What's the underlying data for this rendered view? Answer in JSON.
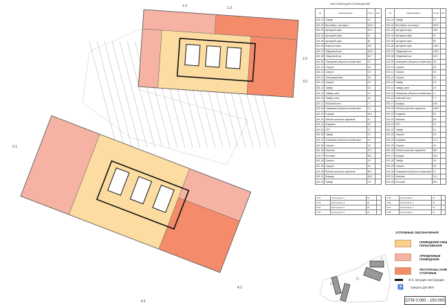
{
  "table": {
    "title": "ЭКСПЛИКАЦИЯ ПОМЕЩЕНИЙ",
    "headers": [
      "№",
      "Наименование",
      "Площ.",
      "Кат."
    ],
    "left_rows": [
      [
        "А01-01",
        "Тамбур",
        "5.2",
        ""
      ],
      [
        "А01-02",
        "Вестибюль, лестница 1",
        "133.4",
        ""
      ],
      [
        "А01-03",
        "Арендный офис",
        "43.3",
        ""
      ],
      [
        "А01-04",
        "Арендный офис",
        "51",
        ""
      ],
      [
        "А01-05",
        "Арендный офис",
        "55",
        ""
      ],
      [
        "А01-06",
        "Кафе-ресторан",
        "105",
        ""
      ],
      [
        "А01-07",
        "Обеденный зал",
        "106.1",
        ""
      ],
      [
        "А01-08",
        "Обеденный зал",
        "54.7",
        ""
      ],
      [
        "А01-09",
        "Помещение уборочного инвентаря",
        "3.2",
        ""
      ],
      [
        "А01-10",
        "Санузел",
        "3.5",
        ""
      ],
      [
        "А01-11",
        "Санузел",
        "3.5",
        ""
      ],
      [
        "А01-12",
        "Электрощитовая",
        "3.6",
        ""
      ],
      [
        "А01-13",
        "Санузел",
        "3.5",
        ""
      ],
      [
        "А01-14",
        "Тамбур",
        "3.3",
        ""
      ],
      [
        "А01-15",
        "Тамбур-шлюз",
        "4.2",
        ""
      ],
      [
        "А01-16",
        "Тамбур-шлюз",
        "4.6",
        ""
      ],
      [
        "А01-17",
        "Лифтовой холл",
        "7.7",
        ""
      ],
      [
        "А01-18",
        "Помещение уборочного инвентаря",
        "2.1",
        ""
      ],
      [
        "А01-19",
        "Коридор",
        "16.5",
        ""
      ],
      [
        "А01-20",
        "Рабочее кухонное отделение",
        "8.1",
        ""
      ],
      [
        "А01-21",
        "Кладовая",
        "6.9",
        ""
      ],
      [
        "А01-22",
        "ИТП",
        "3.7",
        ""
      ],
      [
        "А01-23",
        "Тамбур",
        "3.1",
        ""
      ],
      [
        "А01-24",
        "Помещение уборочного инвентаря",
        "3.1",
        ""
      ],
      [
        "А01-25",
        "Санузел",
        "2.6",
        ""
      ],
      [
        "А01-26",
        "Моечная",
        "10.1",
        ""
      ],
      [
        "А01-27",
        "Ресторан",
        "38.2",
        ""
      ],
      [
        "А01-28",
        "Санузел",
        "3.5",
        ""
      ],
      [
        "А01-29",
        "Санузел",
        "3.5",
        ""
      ],
      [
        "А01-30",
        "Рабочее кухонное отделение",
        "38.2",
        ""
      ],
      [
        "А01-31",
        "Коридор",
        "18.8",
        ""
      ],
      [
        "А01-32",
        "Тамбур",
        "3.9",
        ""
      ]
    ],
    "right_rows": [
      [
        "Б01-01",
        "Тамбур",
        "5.2",
        ""
      ],
      [
        "Б01-02",
        "Вестибюль, лестница 2",
        "282.8",
        ""
      ],
      [
        "Б01-03",
        "Арендный офис",
        "39.8",
        ""
      ],
      [
        "Б01-04",
        "Арендный офис",
        "52",
        ""
      ],
      [
        "Б01-05",
        "Арендный офис",
        "55",
        ""
      ],
      [
        "Б01-06",
        "Арендный офис",
        "128.5",
        ""
      ],
      [
        "Б01-07",
        "Обеденный зал",
        "128.5",
        ""
      ],
      [
        "Б01-08",
        "Обеденный зал",
        "92.9",
        ""
      ],
      [
        "Б01-09",
        "Помещение уборочного инвентаря",
        "3.8",
        ""
      ],
      [
        "Б01-10",
        "Санузел",
        "3.5",
        ""
      ],
      [
        "Б01-11",
        "Санузел",
        "3.5",
        ""
      ],
      [
        "Б01-12",
        "Санузел",
        "3.5",
        ""
      ],
      [
        "Б01-13",
        "Тамбур",
        "3.3",
        ""
      ],
      [
        "Б01-14",
        "Тамбур-шлюз",
        "4.2",
        ""
      ],
      [
        "Б01-15",
        "Помещение уборочного инвентаря",
        "1.7",
        ""
      ],
      [
        "Б01-16",
        "Лифтовой холл",
        "7.7",
        ""
      ],
      [
        "Б01-17",
        "Коридор",
        "16.5",
        ""
      ],
      [
        "Б01-18",
        "Рабочее кухонное отделение",
        "138.9",
        ""
      ],
      [
        "Б01-19",
        "Кладовая",
        "8.1",
        ""
      ],
      [
        "Б01-20",
        "Моечная",
        "6.9",
        ""
      ],
      [
        "Б01-21",
        "ИТП",
        "3.7",
        ""
      ],
      [
        "Б01-22",
        "Тамбур",
        "3.1",
        ""
      ],
      [
        "Б01-23",
        "Санузел",
        "2.6",
        ""
      ],
      [
        "Б01-24",
        "Кладовая",
        "10.1",
        ""
      ],
      [
        "Б01-25",
        "Санузел",
        "3.5",
        ""
      ],
      [
        "Б01-26",
        "Рабочее кухонное отделение",
        "38.2",
        ""
      ],
      [
        "Б01-27",
        "Коридор",
        "18.8",
        ""
      ],
      [
        "Б01-28",
        "Тамбур",
        "3.9",
        ""
      ],
      [
        "Б01-29",
        "Санузел",
        "3.5",
        ""
      ],
      [
        "Б01-30",
        "Помещение уборочного инвентаря",
        "3.1",
        ""
      ],
      [
        "Б01-31",
        "Моечная",
        "10.1",
        ""
      ],
      [
        "Б01-32",
        "Ресторан",
        "38.2",
        ""
      ]
    ],
    "left_footer": [
      [
        "Л-01",
        "Лестница Н-1",
        "16",
        ""
      ],
      [
        "Л-02",
        "Лестница Н-1",
        "16",
        ""
      ],
      [
        "Л-03",
        "Лестница Н-1",
        "16",
        ""
      ],
      [
        "Л-04",
        "Лестница Н-1",
        "16",
        ""
      ]
    ],
    "right_footer": [
      [
        "Л-05",
        "Лестница Н-1",
        "16",
        ""
      ],
      [
        "Л-06",
        "Лестница Н-1",
        "16",
        ""
      ],
      [
        "Л-07",
        "Лестница Н-1",
        "16",
        ""
      ],
      [
        "Л-08",
        "Лестница Н-1",
        "16",
        ""
      ]
    ]
  },
  "legend": {
    "title": "УСЛОВНЫЕ ОБОЗНАЧЕНИЯ",
    "items": [
      {
        "label": "ПОМЕЩЕНИЯ ОБЩЕГО ПОЛЬЗОВАНИЯ",
        "color": "#fcd08a"
      },
      {
        "label": "АРЕНДУЕМЫЕ ПОМЕЩЕНИЯ",
        "color": "#f6b3a4"
      },
      {
        "label": "РЕСТОРАНЫ, КАФЕ, СТОЛОВЫЕ",
        "color": "#f48c6c"
      }
    ],
    "walls_label": "Ж.б. несущие конструкции",
    "wc_label": "Санузел для МГН"
  },
  "keyplan": {
    "labels": [
      "А",
      "Б",
      "В"
    ]
  },
  "plan": {
    "axis_labels": [
      "1.2",
      "1.3",
      "2.2",
      "3.2",
      "2.1",
      "4.1",
      "4.2"
    ]
  },
  "elevation": "ОТМ 0.000 - 150.000"
}
